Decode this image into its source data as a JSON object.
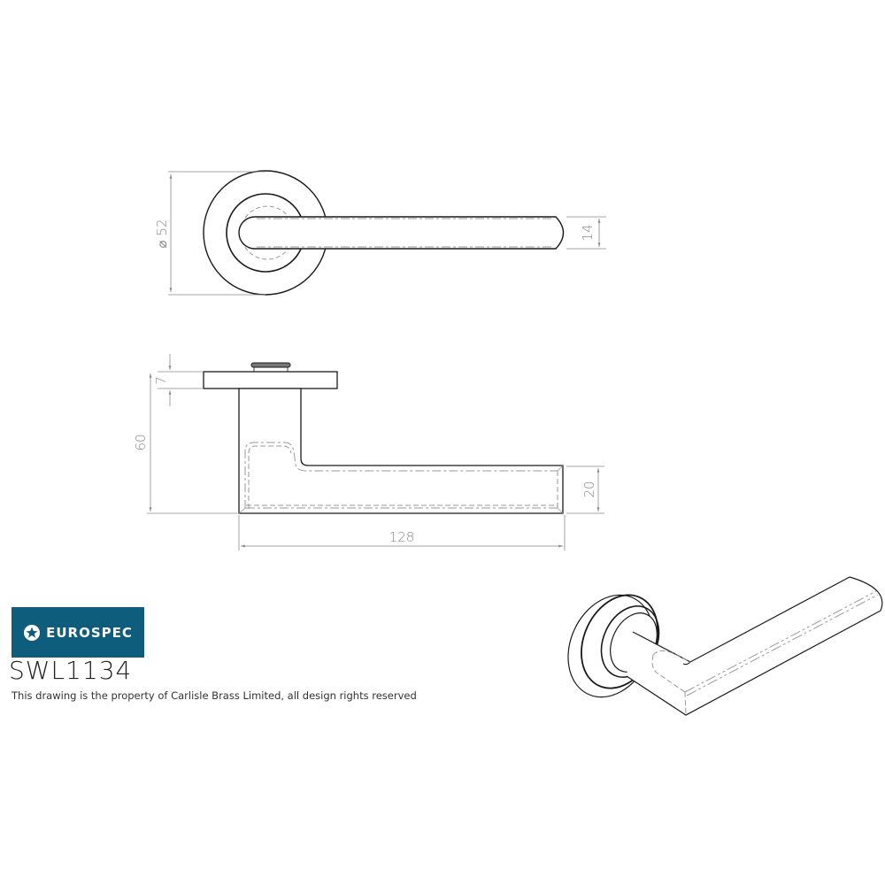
{
  "brand": {
    "name": "EUROSPEC",
    "icon": "star-circle-icon",
    "color": "#0f5d7d"
  },
  "product": {
    "code": "SWL1134"
  },
  "footer": {
    "copyright": "This drawing is the property of Carlisle Brass Limited, all design rights reserved"
  },
  "views": {
    "top": {
      "rose_diameter_label": "⌀ 52",
      "lever_width_label": "14"
    },
    "side": {
      "rose_thickness_label": "7",
      "projection_label": "60",
      "lever_height_label": "20",
      "lever_length_label": "128"
    },
    "isometric": {}
  },
  "colors": {
    "line": "#1a1a1a",
    "hidden_line": "#9a9a9a",
    "dimension": "#8a8a8a"
  }
}
